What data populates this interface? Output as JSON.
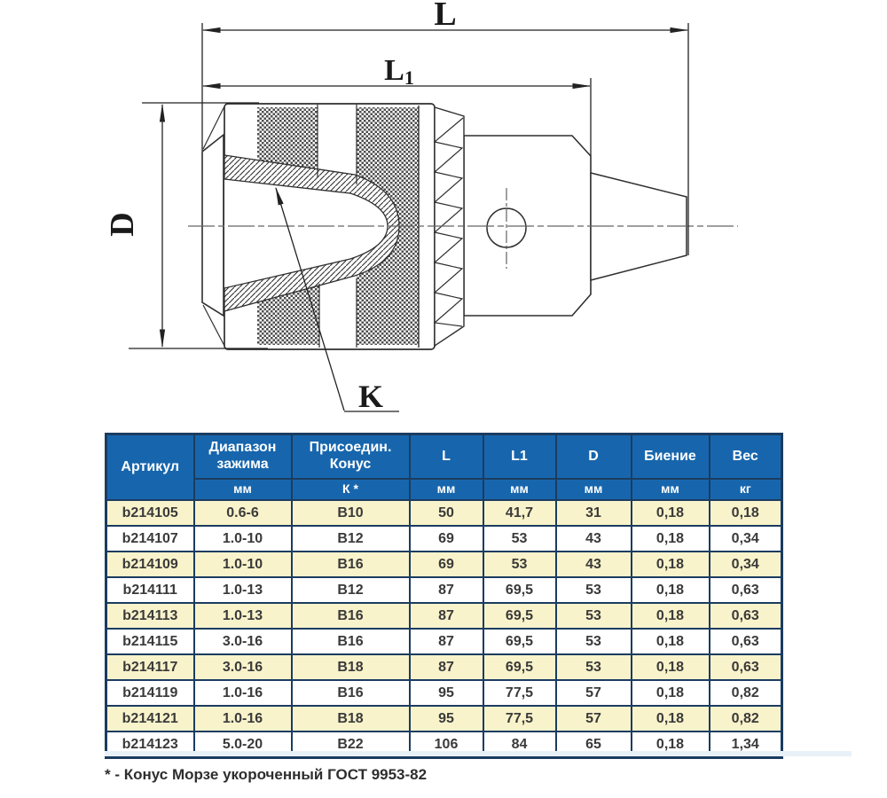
{
  "drawing": {
    "label_L": "L",
    "label_L1_main": "L",
    "label_L1_sub": "1",
    "label_D": "D",
    "label_K": "K"
  },
  "table": {
    "columns": [
      {
        "label": "Артикул",
        "unit": ""
      },
      {
        "label": "Диапазон зажима",
        "unit": "мм"
      },
      {
        "label": "Присоедин. Конус",
        "unit": "К *"
      },
      {
        "label": "L",
        "unit": "мм"
      },
      {
        "label": "L1",
        "unit": "мм"
      },
      {
        "label": "D",
        "unit": "мм"
      },
      {
        "label": "Биение",
        "unit": "мм"
      },
      {
        "label": "Вес",
        "unit": "кг"
      }
    ],
    "rows": [
      [
        "b214105",
        "0.6-6",
        "B10",
        "50",
        "41,7",
        "31",
        "0,18",
        "0,18"
      ],
      [
        "b214107",
        "1.0-10",
        "B12",
        "69",
        "53",
        "43",
        "0,18",
        "0,34"
      ],
      [
        "b214109",
        "1.0-10",
        "B16",
        "69",
        "53",
        "43",
        "0,18",
        "0,34"
      ],
      [
        "b214111",
        "1.0-13",
        "B12",
        "87",
        "69,5",
        "53",
        "0,18",
        "0,63"
      ],
      [
        "b214113",
        "1.0-13",
        "B16",
        "87",
        "69,5",
        "53",
        "0,18",
        "0,63"
      ],
      [
        "b214115",
        "3.0-16",
        "B16",
        "87",
        "69,5",
        "53",
        "0,18",
        "0,63"
      ],
      [
        "b214117",
        "3.0-16",
        "B18",
        "87",
        "69,5",
        "53",
        "0,18",
        "0,63"
      ],
      [
        "b214119",
        "1.0-16",
        "B16",
        "95",
        "77,5",
        "57",
        "0,18",
        "0,82"
      ],
      [
        "b214121",
        "1.0-16",
        "B18",
        "95",
        "77,5",
        "57",
        "0,18",
        "0,82"
      ],
      [
        "b214123",
        "5.0-20",
        "B22",
        "106",
        "84",
        "65",
        "0,18",
        "1,34"
      ]
    ]
  },
  "footnote": "* - Конус Морзе укороченный ГОСТ 9953-82",
  "colors": {
    "header_bg": "#1766ad",
    "border": "#1b3c60",
    "row_highlight": "#f9f3cb",
    "row_plain": "#ffffff",
    "header_text": "#ffffff",
    "cell_text": "#3a3a3a"
  }
}
